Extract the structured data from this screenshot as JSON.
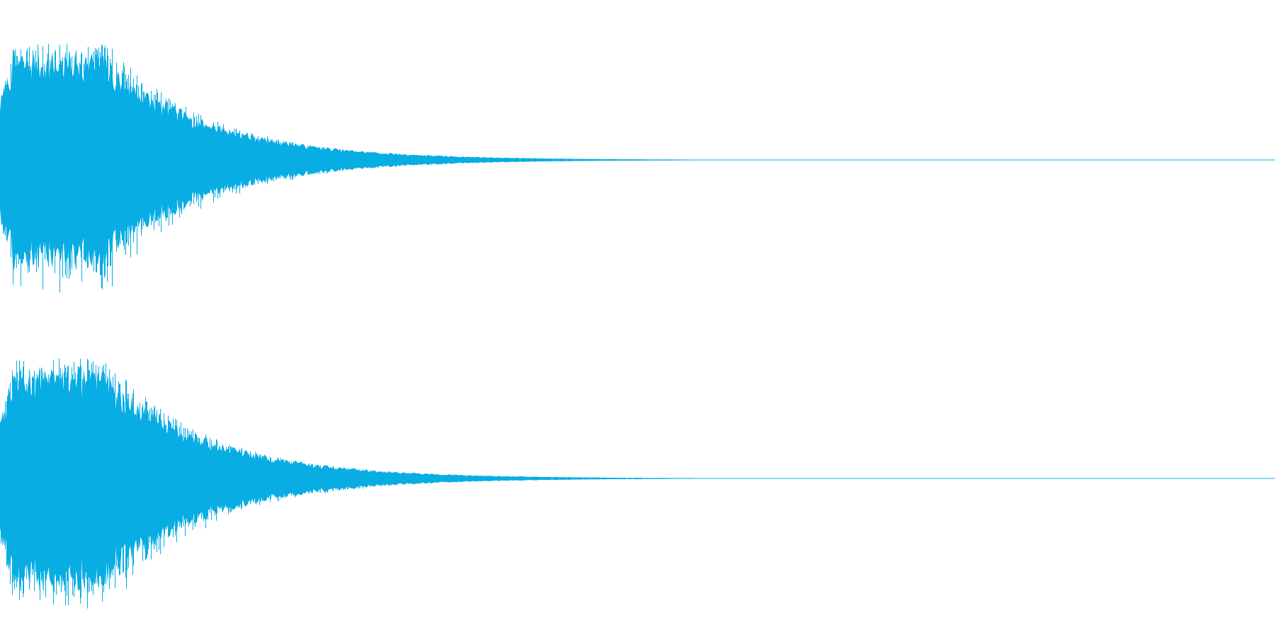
{
  "waveform": {
    "color": "#08ADE4",
    "background": "#FFFFFF",
    "channel_count": 2,
    "channels": [
      {
        "id": "left",
        "peak_amplitude": 0.98,
        "decay": "fast",
        "seed": 7
      },
      {
        "id": "right",
        "peak_amplitude": 1.0,
        "decay": "fast",
        "seed": 13
      }
    ]
  }
}
